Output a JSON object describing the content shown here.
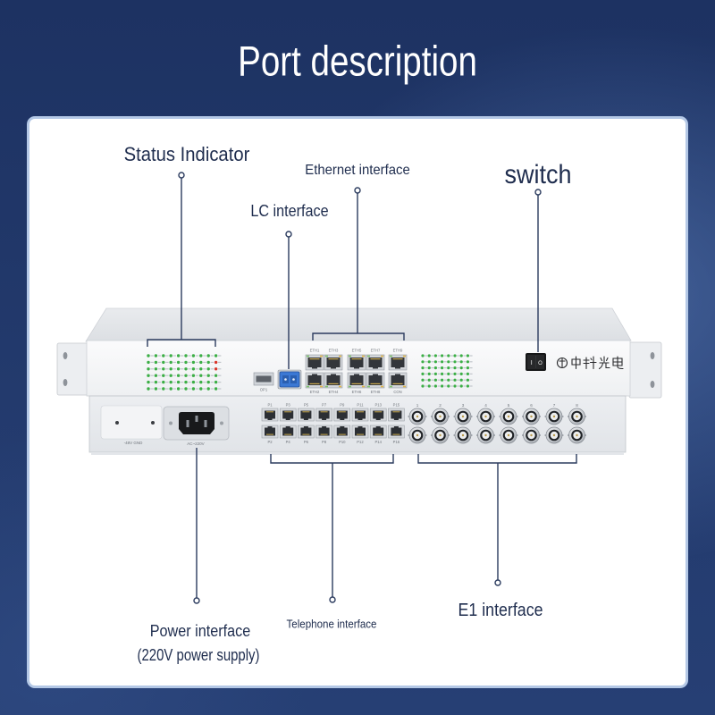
{
  "title": "Port description",
  "callouts": {
    "status_indicator": "Status Indicator",
    "ethernet_interface": "Ethernet interface",
    "switch": "switch",
    "lc_interface": "LC interface",
    "power_interface": "Power interface",
    "power_supply_note": "(220V power supply)",
    "telephone_interface": "Telephone interface",
    "e1_interface": "E1 interface"
  },
  "device": {
    "sfp_port_label": "OP1",
    "ethernet_top_labels": [
      "ETH1",
      "ETH3",
      "ETH5",
      "ETH7",
      "ETH9"
    ],
    "ethernet_bottom_labels": [
      "ETH2",
      "ETH4",
      "ETH6",
      "ETH8",
      "CON"
    ],
    "switch_symbols": [
      "I",
      "O"
    ],
    "logo_lettering": "中科光电",
    "dc_input_label": "-48V GND",
    "ac_input_label": "AC~220V",
    "telephone_top_labels": [
      "P1",
      "P3",
      "P5",
      "P7",
      "P9",
      "P11",
      "P13",
      "P15"
    ],
    "telephone_bottom_labels": [
      "P2",
      "P4",
      "P6",
      "P8",
      "P10",
      "P12",
      "P14",
      "P16"
    ],
    "e1_port_numbers": [
      "1",
      "2",
      "3",
      "4",
      "5",
      "6",
      "7",
      "8"
    ]
  },
  "colors": {
    "background": "#223869",
    "card_border": "#b4c8e6",
    "label_text": "#1f2d4e",
    "callout_line": "#2b3b5e",
    "led_green": "#3cae46",
    "led_red": "#d8362c",
    "lc_connector_blue": "#3b78d4",
    "switch_rocker": "#161718"
  }
}
